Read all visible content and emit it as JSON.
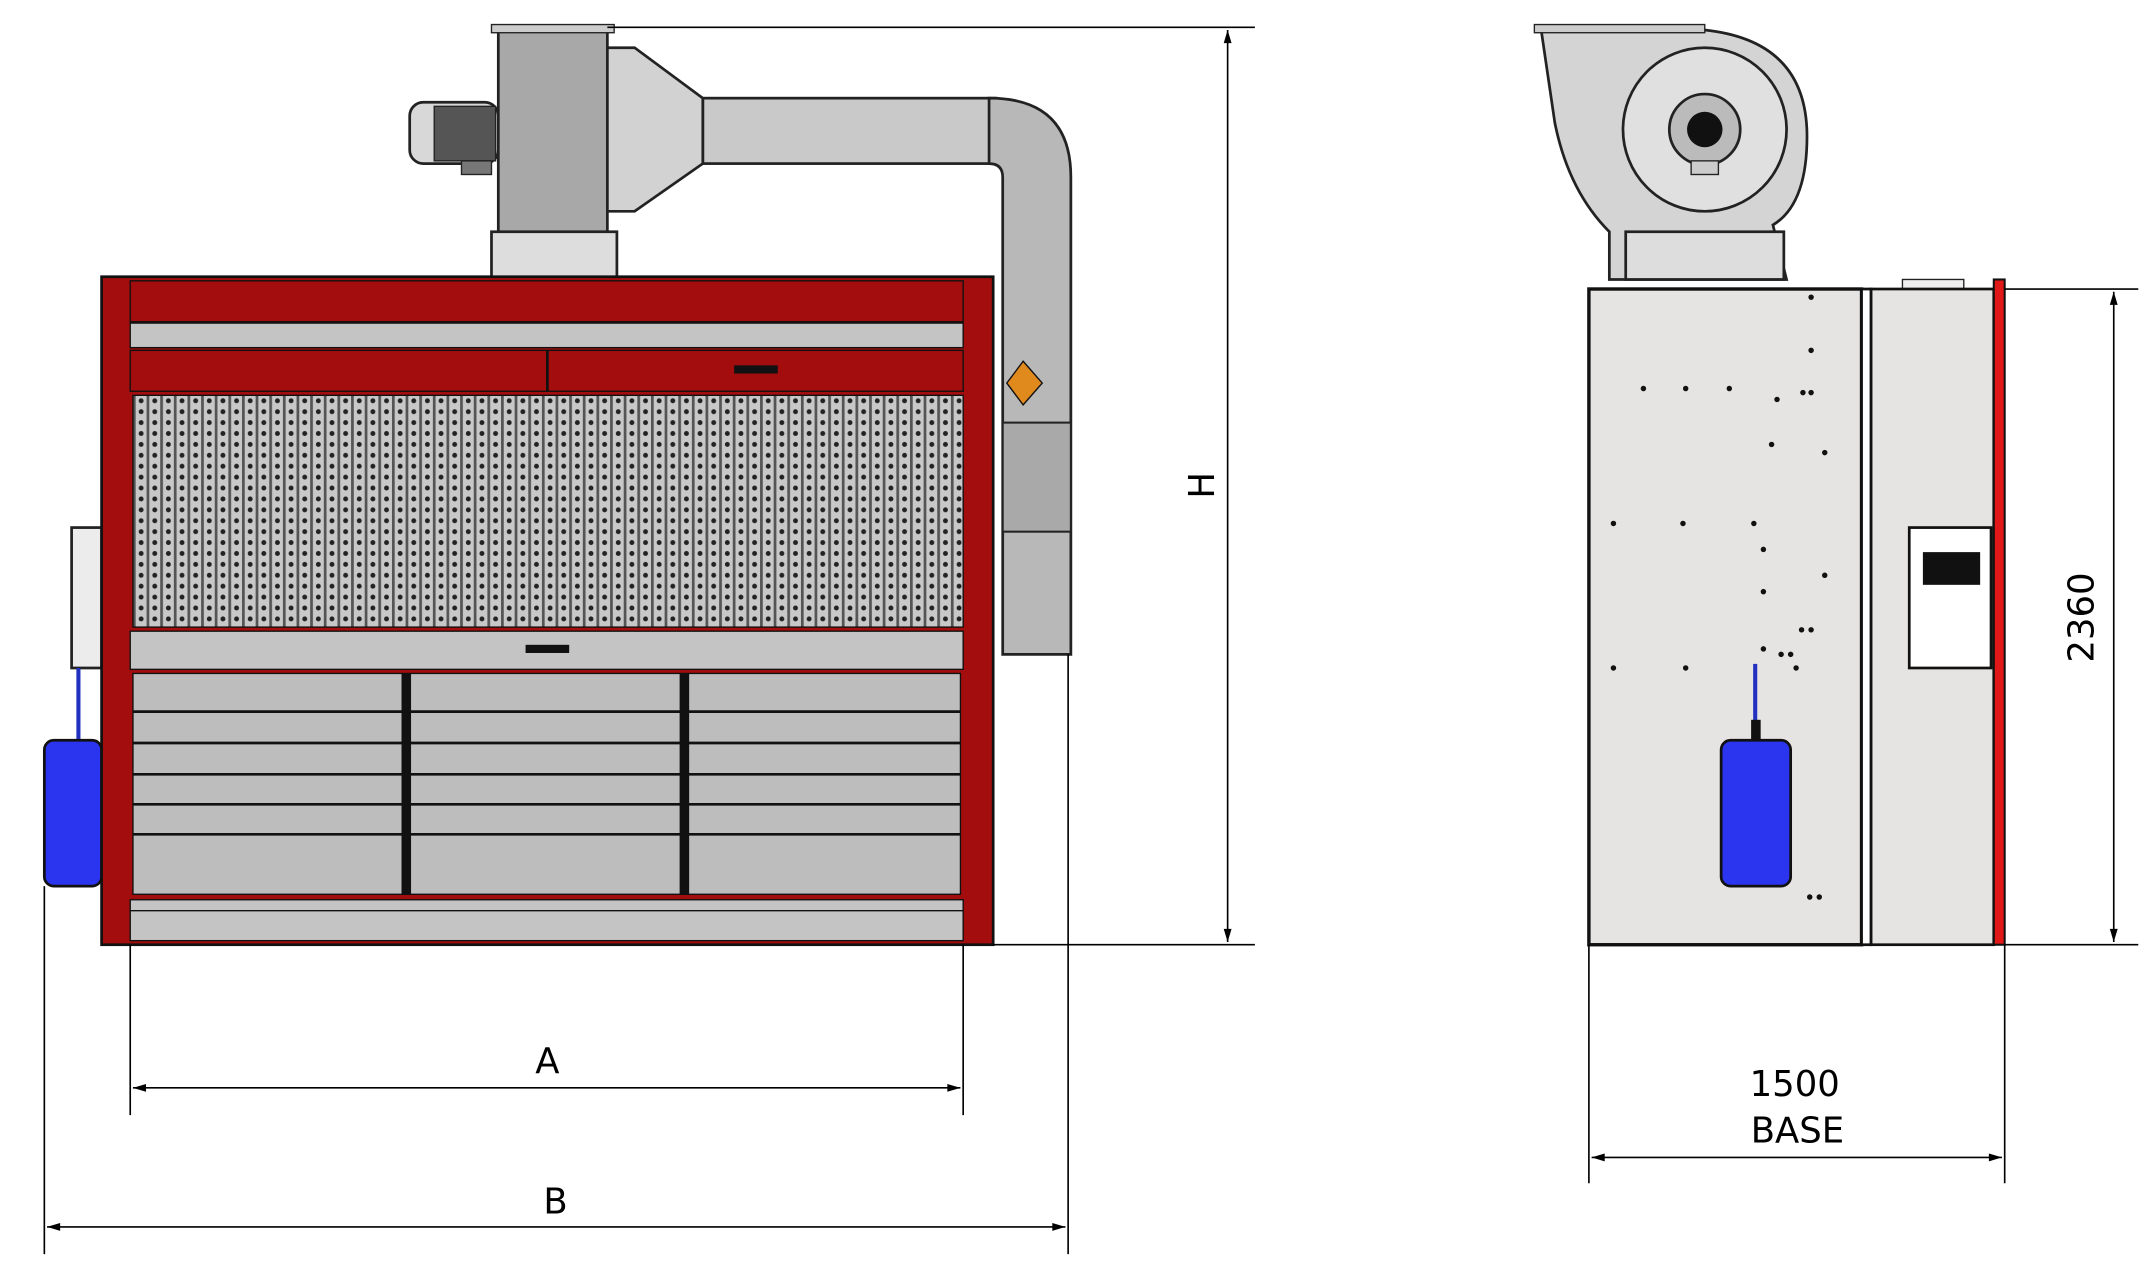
{
  "front_view": {
    "dimension_height_label": "H",
    "dimension_inner_width_label": "A",
    "dimension_outer_width_label": "B"
  },
  "side_view": {
    "dimension_height_label": "2360",
    "dimension_base_value": "1500",
    "dimension_base_label": "BASE"
  },
  "colors": {
    "frame_red": "#a30d0d",
    "strip_red": "#e01818",
    "panel_grey": "#b9b9b9",
    "side_panel": "#e6e4e2",
    "tank_blue": "#2b35f0",
    "warning_orange": "#e08a1e"
  }
}
